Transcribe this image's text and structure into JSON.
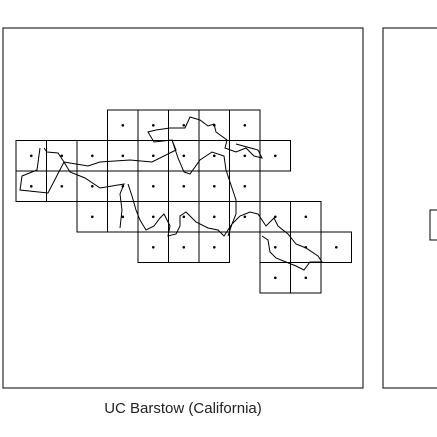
{
  "caption": "UC Barstow (California)",
  "colors": {
    "background": "#ffffff",
    "stroke": "#000000",
    "text": "#222222"
  },
  "grid": {
    "rows": [
      {
        "row": 0,
        "cols": [
          3,
          4,
          5,
          6,
          7
        ]
      },
      {
        "row": 1,
        "cols": [
          0,
          1,
          2,
          3,
          4,
          5,
          6,
          7,
          8
        ]
      },
      {
        "row": 2,
        "cols": [
          0,
          1,
          2,
          3,
          4,
          5,
          6,
          7
        ]
      },
      {
        "row": 3,
        "cols": [
          2,
          3,
          4,
          5,
          6,
          7,
          8,
          9
        ]
      },
      {
        "row": 4,
        "cols": [
          4,
          5,
          6,
          8,
          9,
          10
        ]
      },
      {
        "row": 5,
        "cols": [
          8,
          9
        ]
      }
    ]
  }
}
